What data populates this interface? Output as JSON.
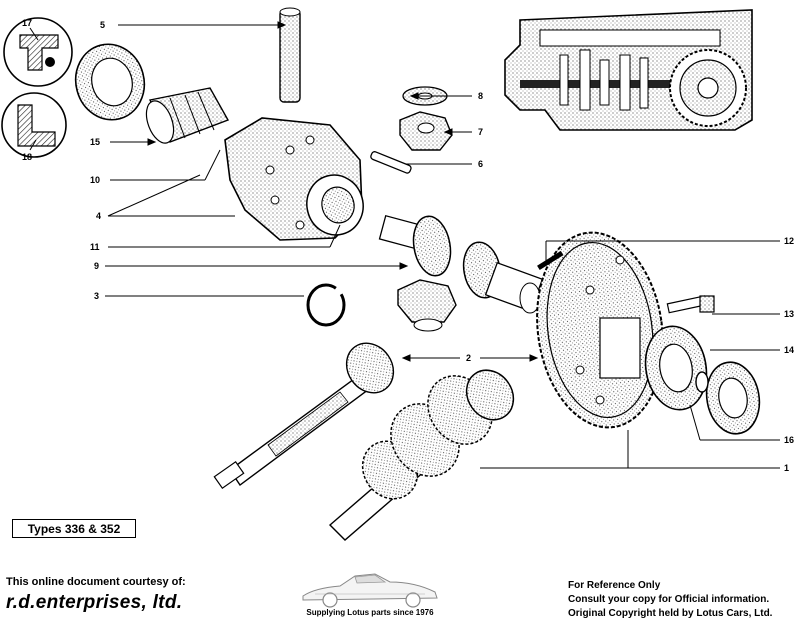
{
  "callouts": {
    "c1": "1",
    "c2": "2",
    "c3": "3",
    "c4": "4",
    "c5": "5",
    "c6": "6",
    "c7": "7",
    "c8": "8",
    "c9": "9",
    "c10": "10",
    "c11": "11",
    "c12": "12",
    "c13": "13",
    "c14": "14",
    "c15": "15",
    "c16": "16",
    "c17": "17",
    "c18": "18"
  },
  "types_label": "Types 336 & 352",
  "footer": {
    "courtesy": "This online document courtesy of:",
    "brand": "r.d.enterprises, ltd.",
    "tagline": "Supplying Lotus parts since 1976",
    "reference_line1": "For Reference Only",
    "reference_line2": "Consult your copy for Official information.",
    "reference_line3": "Original Copyright held by Lotus Cars, Ltd."
  }
}
